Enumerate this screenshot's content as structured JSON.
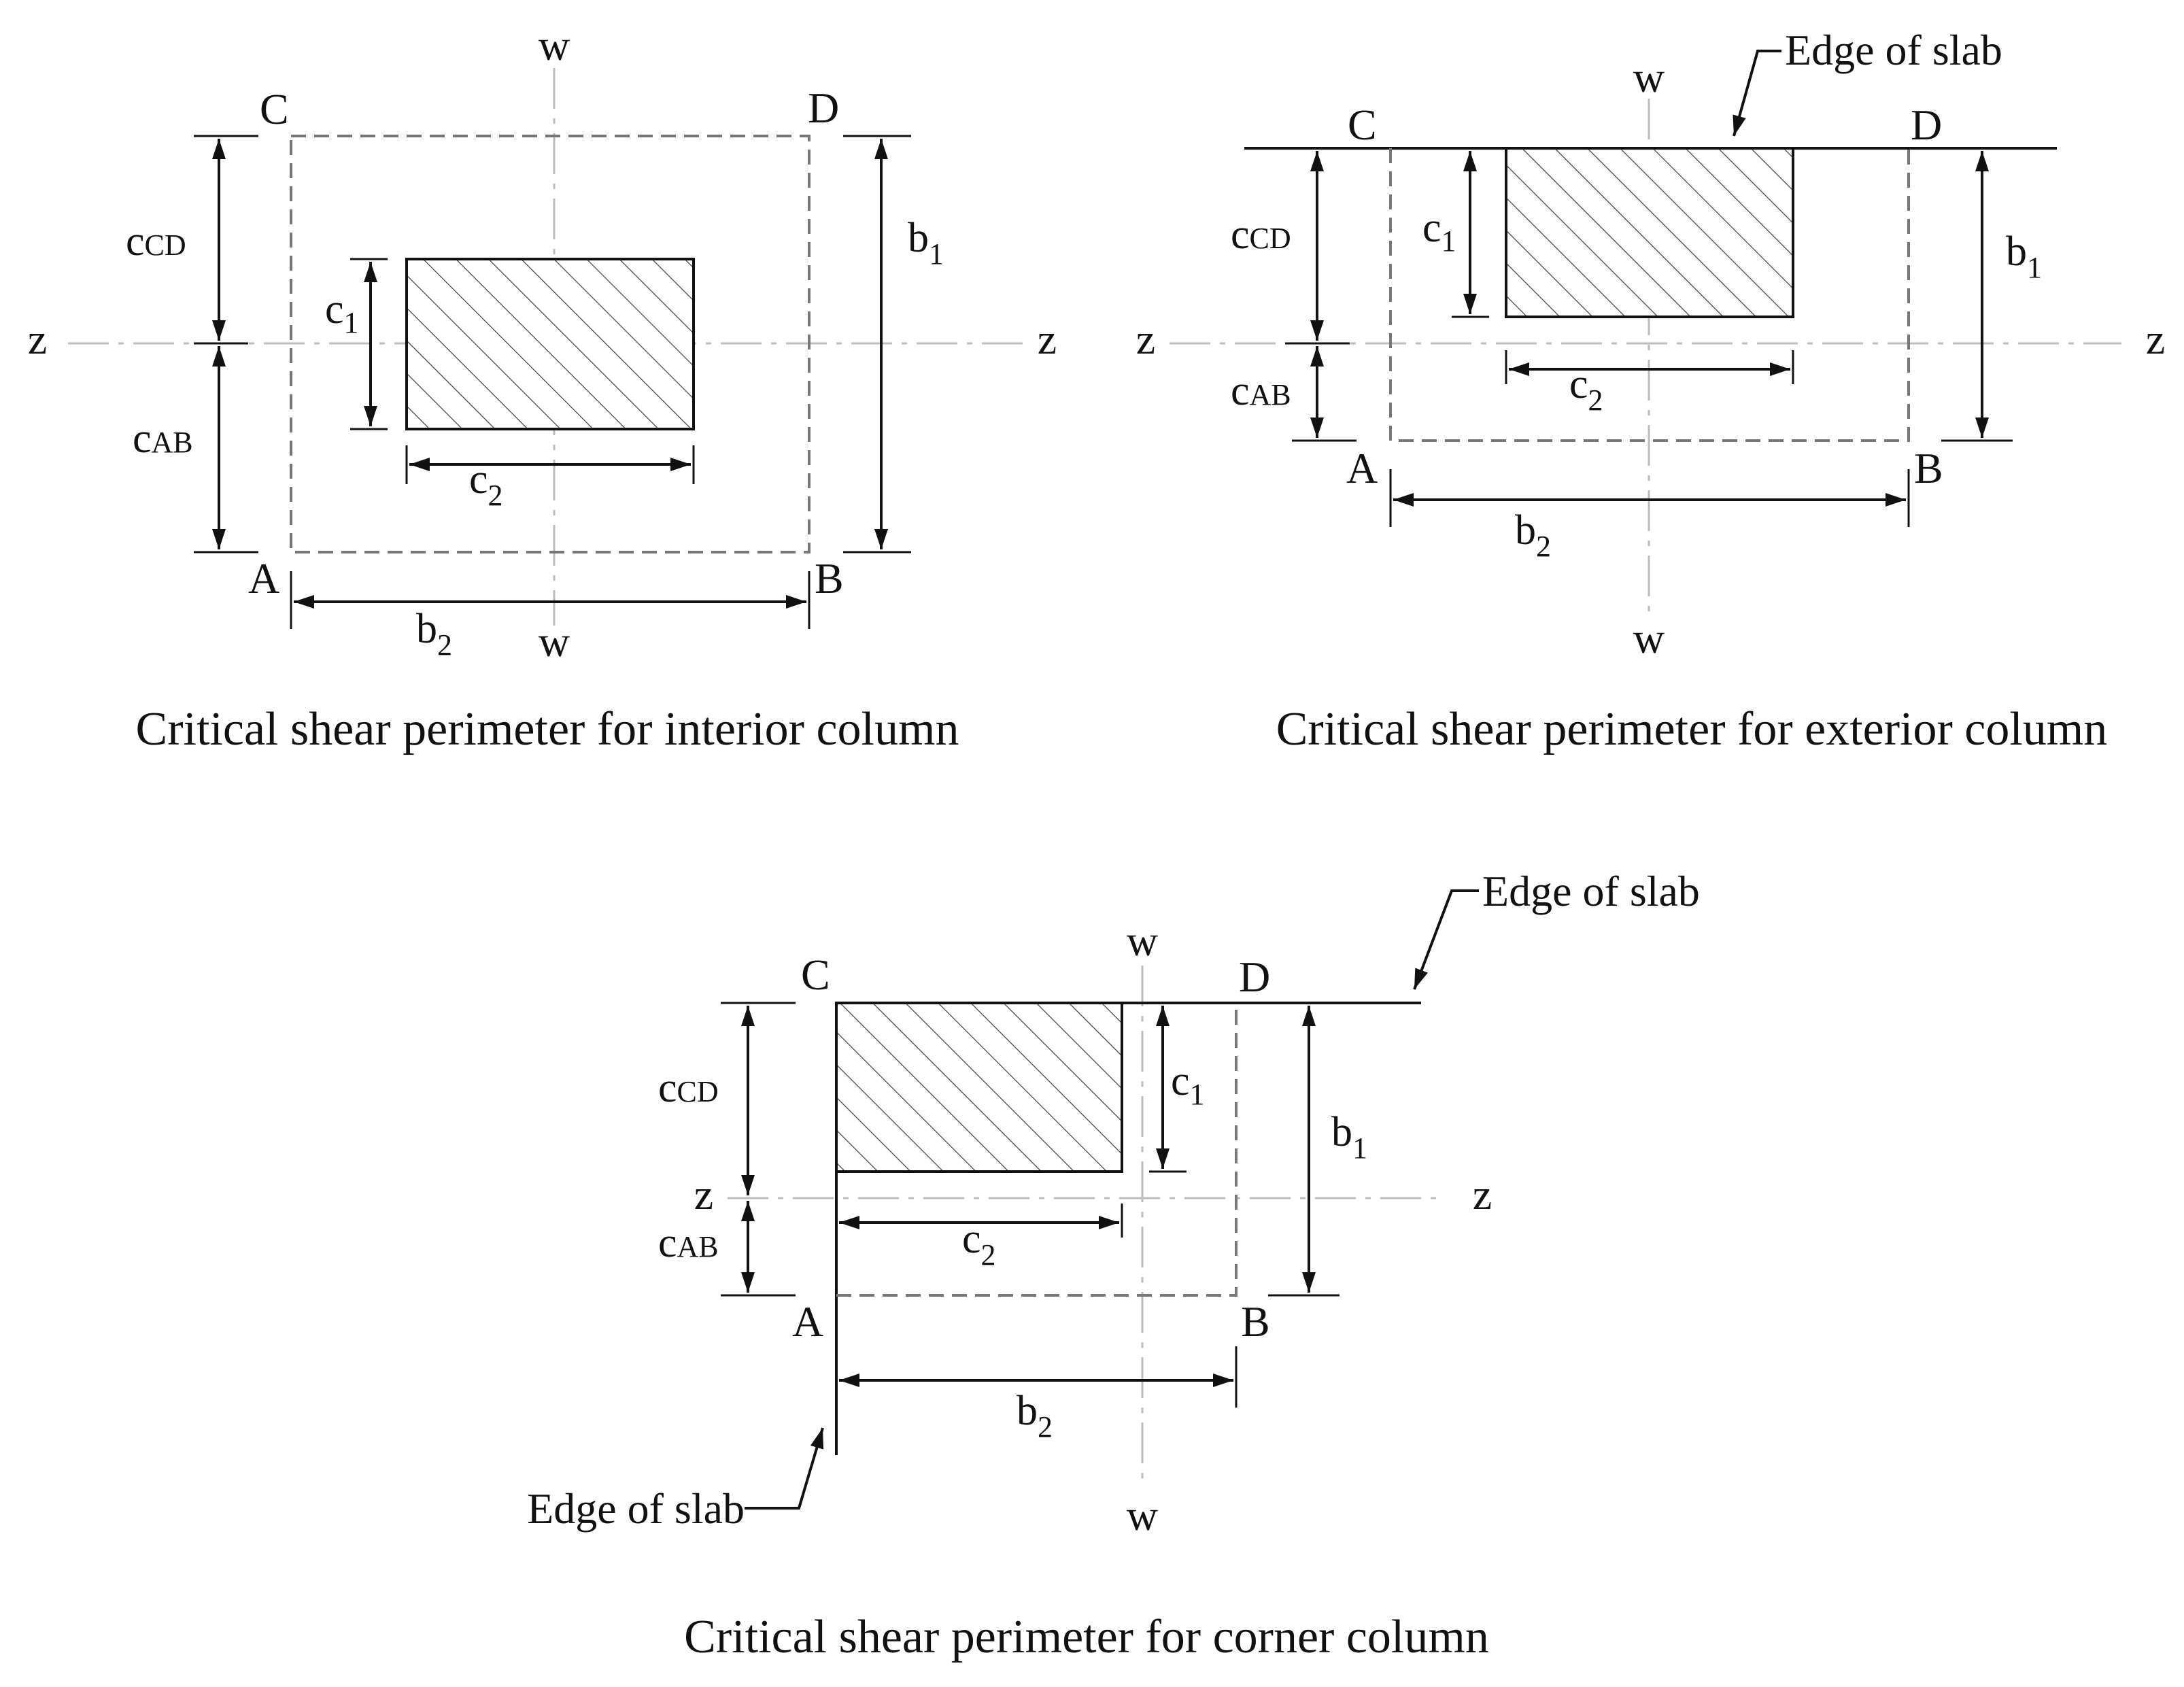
{
  "labels": {
    "corner_c": "C",
    "corner_d": "D",
    "corner_a": "A",
    "corner_b": "B",
    "axis_w": "w",
    "axis_z": "z",
    "dim_c_base": "c",
    "dim_b_base": "b",
    "sub_cd": "CD",
    "sub_ab": "AB",
    "sub_1": "1",
    "sub_2": "2",
    "edge_of_slab": "Edge of slab"
  },
  "captions": {
    "interior": "Critical shear perimeter for interior column",
    "exterior": "Critical shear perimeter for exterior column",
    "corner": "Critical shear perimeter for corner column"
  },
  "colors": {
    "line": "#111111",
    "perimeter_dash": "#777777",
    "axis": "#bcbcbc",
    "background": "#ffffff"
  }
}
